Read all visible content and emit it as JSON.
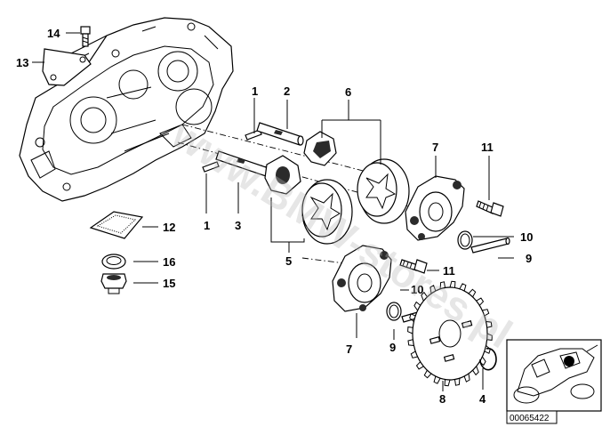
{
  "diagram": {
    "callouts": {
      "c1a": "1",
      "c1b": "1",
      "c2": "2",
      "c3": "3",
      "c4": "4",
      "c5": "5",
      "c6": "6",
      "c7a": "7",
      "c7b": "7",
      "c8": "8",
      "c9a": "9",
      "c9b": "9",
      "c10a": "10",
      "c10b": "10",
      "c11a": "11",
      "c11b": "11",
      "c12": "12",
      "c13": "13",
      "c14": "14",
      "c15": "15",
      "c16": "16"
    },
    "watermark": "www.BMW-stores.pl",
    "reference_number": "00065422"
  }
}
